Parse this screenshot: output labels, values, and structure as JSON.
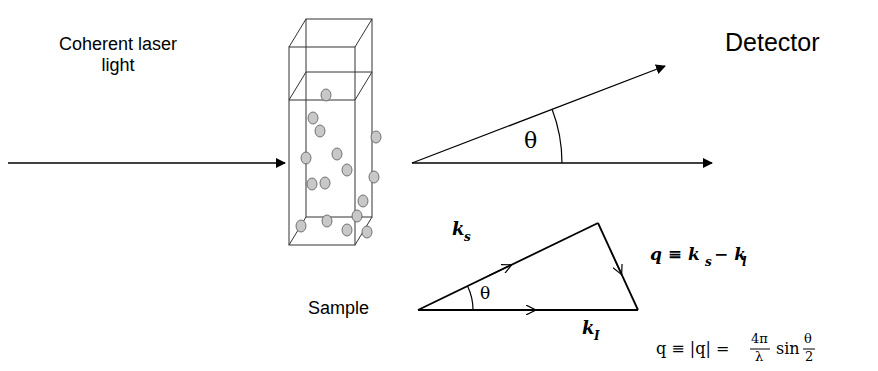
{
  "diagram": {
    "labels": [
      "Coherent laser light",
      "Sample",
      "θ",
      "Detector",
      "k",
      "s",
      "θ",
      "q ≡ k",
      "s",
      "− k",
      "l",
      "k",
      "I",
      "q ≡ |q| =",
      "4π",
      "λ",
      "sin",
      "θ",
      "2"
    ]
  }
}
